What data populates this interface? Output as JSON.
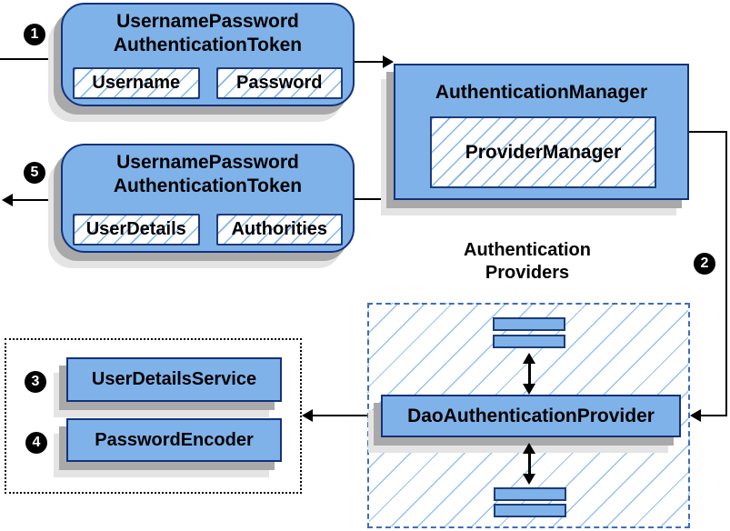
{
  "colors": {
    "box_fill": "#7fb2e9",
    "box_border": "#14327a",
    "hatch_line": "#7db2eb",
    "dashed_group_border": "#3e6dbf",
    "connector": "#000000",
    "shadow": "#a9a9a9"
  },
  "badges": {
    "step1": "1",
    "step2": "2",
    "step3": "3",
    "step4": "4",
    "step5": "5"
  },
  "request_token": {
    "title_line1": "UsernamePassword",
    "title_line2": "AuthenticationToken",
    "fields": [
      "Username",
      "Password"
    ]
  },
  "authentication_manager": {
    "title": "AuthenticationManager",
    "inner": "ProviderManager"
  },
  "response_token": {
    "title_line1": "UsernamePassword",
    "title_line2": "AuthenticationToken",
    "fields": [
      "UserDetails",
      "Authorities"
    ]
  },
  "providers_group": {
    "label_line1": "Authentication",
    "label_line2": "Providers",
    "provider": "DaoAuthenticationProvider"
  },
  "services_group": {
    "items": [
      "UserDetailsService",
      "PasswordEncoder"
    ]
  }
}
